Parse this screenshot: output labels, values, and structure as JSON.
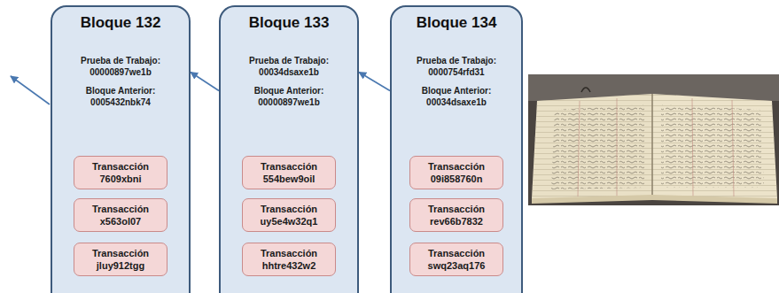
{
  "diagram": {
    "nodes": [
      {
        "text": [
          "Bloque 132",
          "Prueba de Trabajo:",
          "00000897we1b",
          "Bloque Anterior:",
          "0005432nbk74"
        ]
      },
      {
        "text": [
          "Transacción",
          "7609xbni"
        ],
        "in": 0
      },
      {
        "text": [
          "Transacción",
          "x563ol07"
        ],
        "in": 0
      },
      {
        "text": [
          "Transacción",
          "jluy912tgg"
        ],
        "in": 0
      },
      {
        "text": [
          "Bloque 133",
          "Prueba de Trabajo:",
          "00034dsaxe1b",
          "Bloque Anterior:",
          "00000897we1b"
        ]
      },
      {
        "text": [
          "Transacción",
          "554bew9oil"
        ],
        "in": 4
      },
      {
        "text": [
          "Transacción",
          "uy5e4w32q1"
        ],
        "in": 4
      },
      {
        "text": [
          "Transacción",
          "hhtre432w2"
        ],
        "in": 4
      },
      {
        "text": [
          "Bloque 134",
          "Prueba de Trabajo:",
          "0000754rfd31",
          "Bloque Anterior:",
          "00034dsaxe1b"
        ]
      },
      {
        "text": [
          "Transacción",
          "09i858760n"
        ],
        "in": 8
      },
      {
        "text": [
          "Transacción",
          "rev66b7832"
        ],
        "in": 8
      },
      {
        "text": [
          "Transacción",
          "swq23aq176"
        ],
        "in": 8
      }
    ],
    "edges": [
      {
        "from": 4,
        "to": 0,
        "arrow": "to"
      },
      {
        "from": 8,
        "to": 4,
        "arrow": "to"
      }
    ]
  }
}
